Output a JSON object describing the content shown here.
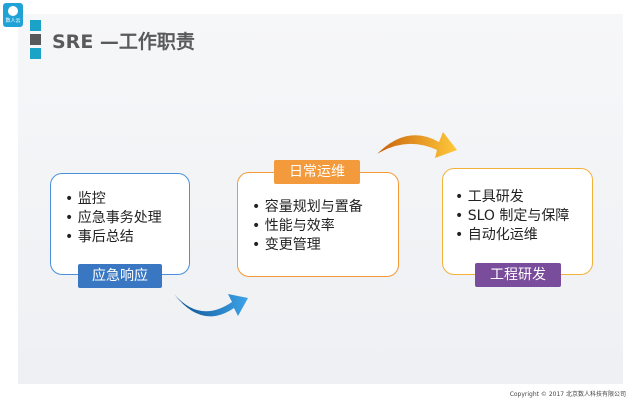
{
  "logo": {
    "text": "数人云",
    "icon": "cloud-logo-icon"
  },
  "title": "SRE —工作职责",
  "boxes": [
    {
      "items": [
        "监控",
        "应急事务处理",
        "事后总结"
      ],
      "tag": "应急响应",
      "tag_color": "#3a77c2"
    },
    {
      "items": [
        "容量规划与置备",
        "性能与效率",
        "变更管理"
      ],
      "tag": "日常运维",
      "tag_color": "#f29a3c"
    },
    {
      "items": [
        "工具研发",
        "SLO 制定与保障",
        "自动化运维"
      ],
      "tag": "工程研发",
      "tag_color": "#7a4d9c"
    }
  ],
  "colors": {
    "accent_blue": "#1ba3c7",
    "arrow_blue": "#2a8fd8",
    "arrow_orange": "#f6a623"
  },
  "footer": "Copyright © 2017 北京数人科技有限公司"
}
